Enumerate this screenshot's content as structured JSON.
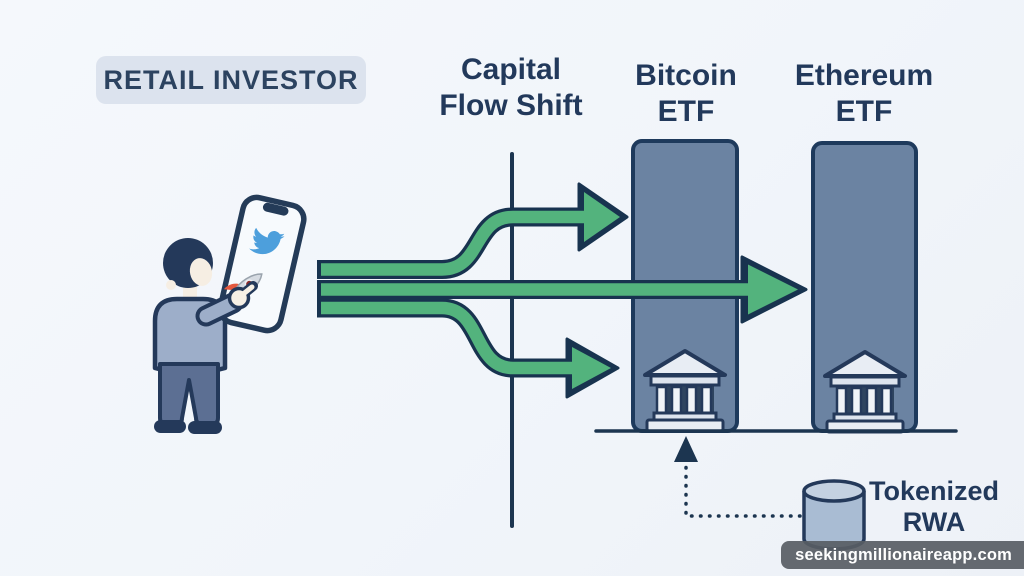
{
  "title_badge": {
    "label": "RETAIL INVESTOR"
  },
  "headings": {
    "capital_flow": {
      "line1": "Capital",
      "line2": "Flow Shift"
    },
    "bitcoin_etf": {
      "line1": "Bitcoin",
      "line2": "ETF"
    },
    "ethereum_etf": {
      "line1": "Ethereum",
      "line2": "ETF"
    }
  },
  "tokenized_rwa": {
    "line1": "Tokenized",
    "line2": "RWA"
  },
  "watermark": {
    "text": "seekingmillionaireapp.com"
  },
  "diagram": {
    "type": "flow",
    "source": "RETAIL INVESTOR",
    "divider_label": "Capital Flow Shift",
    "destinations": [
      "Bitcoin ETF",
      "Ethereum ETF"
    ],
    "flow_arrows": 3,
    "dotted_input": "Tokenized RWA"
  },
  "icons": {
    "phone": "smartphone-icon",
    "phone_screen_top": "twitter-bird-icon",
    "phone_screen_bottom": "rocket-icon",
    "etf_columns": "bank-icon",
    "rwa": "database-cylinder-icon"
  },
  "colors": {
    "background": "#F3F7FB",
    "arrow_green": "#53B37D",
    "outline_navy": "#1C3550",
    "bar_fill": "#6B83A2",
    "text_navy": "#22395B",
    "label_box": "#DCE3EE",
    "watermark_bg": "#585D64",
    "cylinder_fill": "#A9BCD3",
    "twitter_blue": "#4D9FDC"
  }
}
